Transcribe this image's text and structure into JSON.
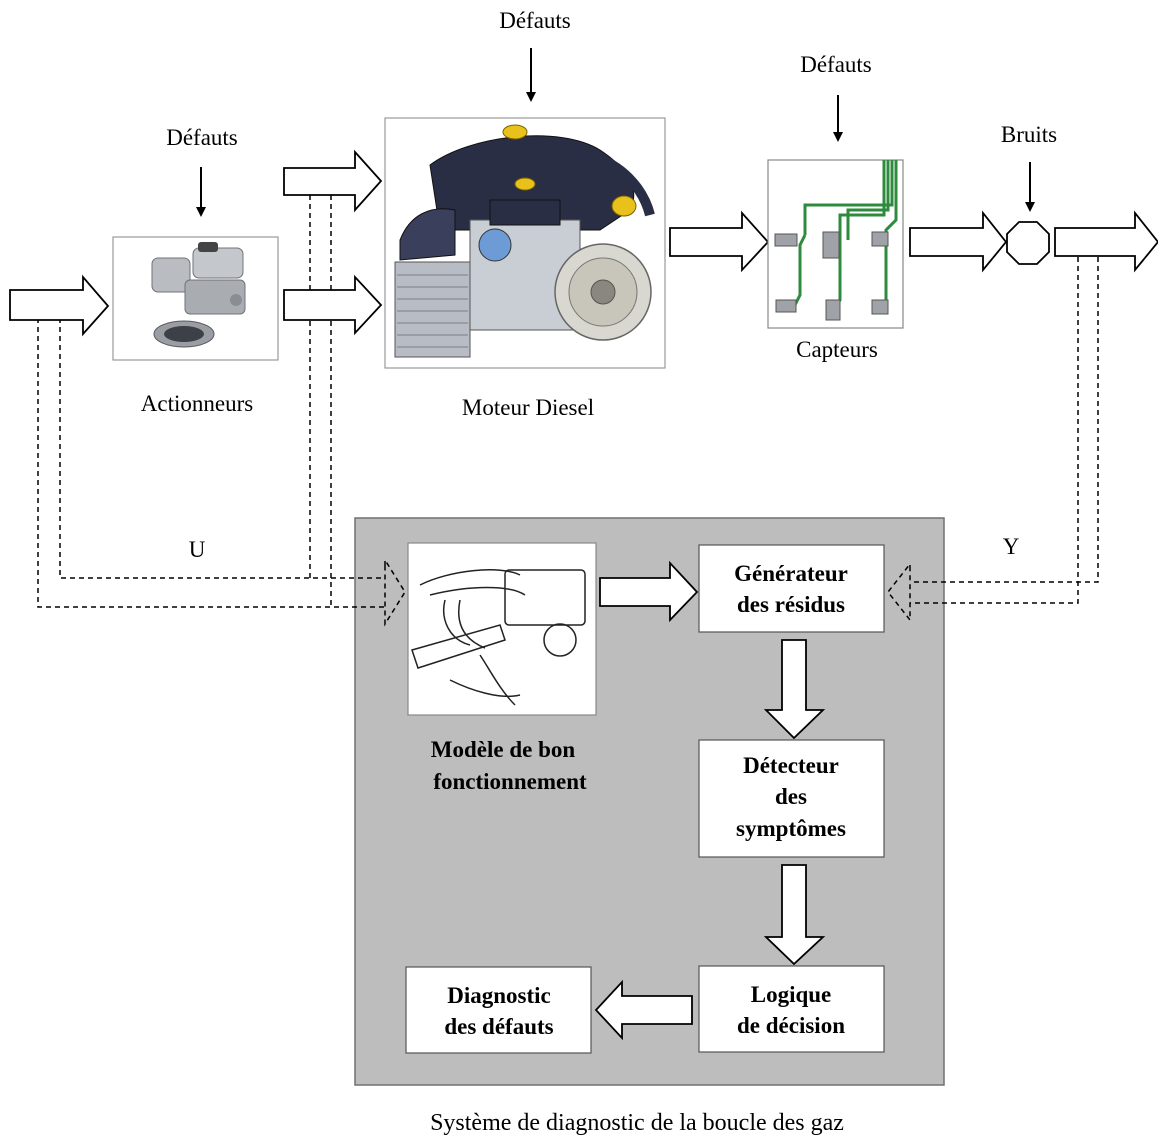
{
  "top": {
    "defauts_actionneurs": "Défauts",
    "defauts_moteur": "Défauts",
    "defauts_capteurs": "Défauts",
    "bruits": "Bruits",
    "actionneurs": "Actionneurs",
    "moteur": "Moteur Diesel",
    "capteurs": "Capteurs"
  },
  "signals": {
    "u": "U",
    "y": "Y"
  },
  "diagnostic": {
    "modele_line1": "Modèle de bon",
    "modele_line2": "fonctionnement",
    "generateur_line1": "Générateur",
    "generateur_line2": "des résidus",
    "detecteur_line1": "Détecteur",
    "detecteur_line2": "des",
    "detecteur_line3": "symptômes",
    "logique_line1": "Logique",
    "logique_line2": "de décision",
    "diagnostic_line1": "Diagnostic",
    "diagnostic_line2": "des défauts"
  },
  "caption": "Système de diagnostic de la boucle des gaz",
  "colors": {
    "panel_fill": "#bdbdbd",
    "sensor_pipe": "#2e8b3e",
    "engine_dark": "#2a2e45",
    "engine_light": "#c9cdd4"
  }
}
